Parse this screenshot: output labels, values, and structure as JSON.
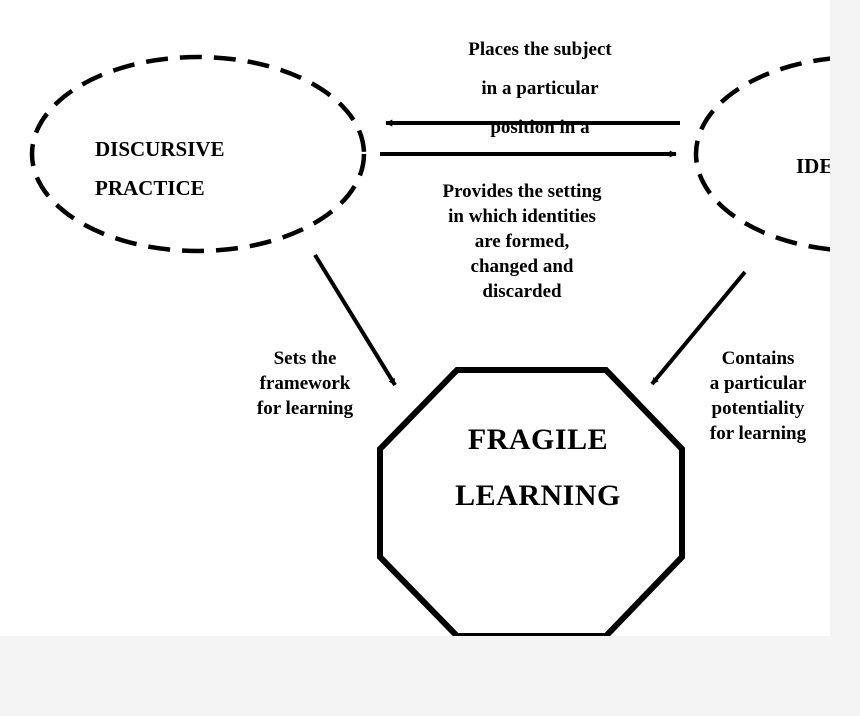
{
  "nodes": {
    "discursive_practice": [
      "DISCURSIVE",
      "PRACTICE"
    ],
    "identity_partial": "IDE",
    "fragile_learning": [
      "FRAGILE",
      "LEARNING"
    ]
  },
  "edges": {
    "top": [
      "Places the subject",
      "in a particular",
      "position in a"
    ],
    "middle": [
      "Provides the setting",
      "in which identities",
      "are formed,",
      "changed and",
      "discarded"
    ],
    "left": [
      "Sets the",
      "framework",
      "for learning"
    ],
    "right": [
      "Contains",
      "a particular",
      "potentiality",
      "for learning"
    ]
  },
  "colors": {
    "background": "#f4f4f4",
    "panel": "#ffffff",
    "ink": "#000000"
  }
}
